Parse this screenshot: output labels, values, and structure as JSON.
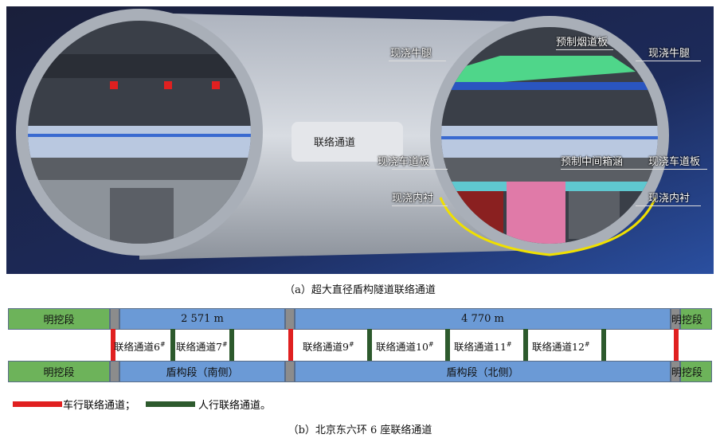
{
  "figure_a": {
    "center_label": "联络通道",
    "labels": {
      "corbel_left": "现浇牛腿",
      "smoke_duct_slab": "预制烟道板",
      "corbel_right": "现浇牛腿",
      "deck_left": "现浇车道板",
      "box_culvert": "预制中间箱涵",
      "deck_right": "现浇车道板",
      "lining_left": "现浇内衬",
      "lining_right": "现浇内衬"
    },
    "caption": "（a）超大直径盾构隧道联络通道"
  },
  "figure_b": {
    "top_row": {
      "open_cut_left": "明挖段",
      "length_south": "2 571 m",
      "length_north": "4 770 m",
      "open_cut_right": "明挖段"
    },
    "bottom_row": {
      "open_cut_left": "明挖段",
      "shield_south": "盾构段（南侧）",
      "shield_north": "盾构段（北侧）",
      "open_cut_right": "明挖段"
    },
    "passages": [
      {
        "name": "联络通道6",
        "sup": "#"
      },
      {
        "name": "联络通道7",
        "sup": "#"
      },
      {
        "name": "联络通道9",
        "sup": "#"
      },
      {
        "name": "联络通道10",
        "sup": "#"
      },
      {
        "name": "联络通道11",
        "sup": "#"
      },
      {
        "name": "联络通道12",
        "sup": "#"
      }
    ],
    "legend": {
      "vehicle": "车行联络通道；",
      "pedestrian": "人行联络通道。"
    },
    "colors": {
      "vehicle": "#e02020",
      "pedestrian": "#2d5a2d",
      "open_cut": "#6db35a",
      "shield": "#6b9ad6",
      "shaft": "#8c8c8c"
    },
    "caption": "（b）北京东六环 6 座联络通道"
  }
}
